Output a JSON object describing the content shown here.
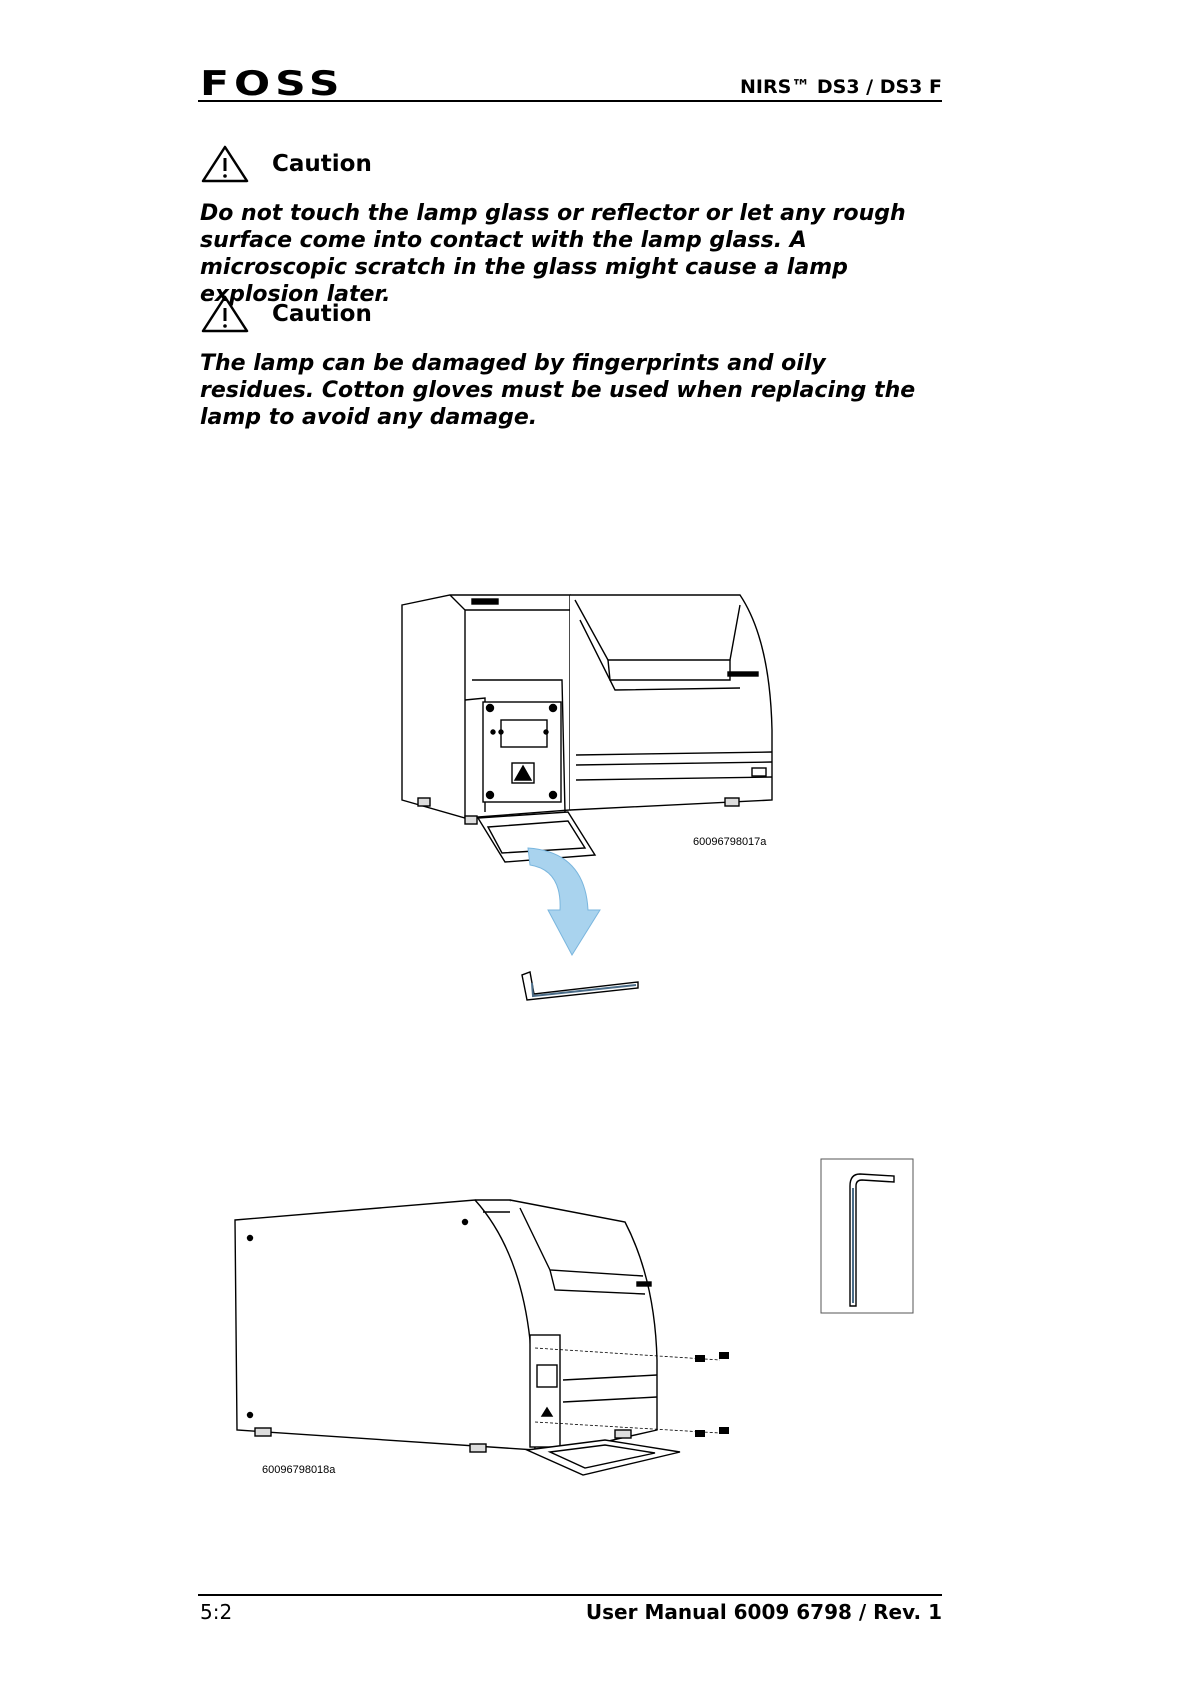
{
  "header": {
    "logo": "FOSS",
    "product": "NIRS™ DS3 / DS3 F"
  },
  "cautions": [
    {
      "title": "Caution",
      "text": "Do not touch the lamp glass or reflector or let any rough surface come into contact with the lamp glass. A microscopic scratch in the glass might cause a lamp explosion later.",
      "icon": "warning-triangle-icon"
    },
    {
      "title": "Caution",
      "text": "The lamp can be damaged by fingerprints and oily residues. Cotton gloves must be used when replacing the lamp to avoid any damage.",
      "icon": "warning-triangle-icon"
    }
  ],
  "figures": {
    "fig1_label": "60096798017a",
    "fig2_label": "60096798018a",
    "arrow_color": "#a9d3ee"
  },
  "footer": {
    "page": "5:2",
    "manual": "User Manual 6009 6798 / Rev. 1"
  }
}
